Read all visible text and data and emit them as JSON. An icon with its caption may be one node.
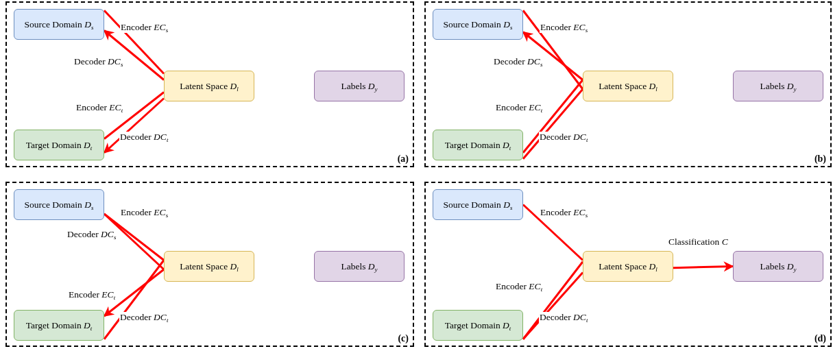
{
  "diagram": {
    "nodes": [
      {
        "text": [
          "(a)"
        ]
      },
      {
        "text": [
          "Source Domain *D*$_{s}$"
        ],
        "in": 0
      },
      {
        "text": [
          "Latent Space *D*$_{l}$"
        ],
        "in": 0
      },
      {
        "text": [
          "Target Domain *D*$_{t}$"
        ],
        "in": 0
      },
      {
        "text": [
          "Labels *D*$_{y}$"
        ],
        "in": 0
      },
      {
        "text": [
          "(b)"
        ]
      },
      {
        "text": [
          "Source Domain *D*$_{s}$"
        ],
        "in": 5
      },
      {
        "text": [
          "Latent Space *D*$_{l}$"
        ],
        "in": 5
      },
      {
        "text": [
          "Target Domain *D*$_{t}$"
        ],
        "in": 5
      },
      {
        "text": [
          "Labels *D*$_{y}$"
        ],
        "in": 5
      },
      {
        "text": [
          "(c)"
        ]
      },
      {
        "text": [
          "Source Domain *D*$_{s}$"
        ],
        "in": 10
      },
      {
        "text": [
          "Latent Space *D*$_{l}$"
        ],
        "in": 10
      },
      {
        "text": [
          "Target Domain *D*$_{t}$"
        ],
        "in": 10
      },
      {
        "text": [
          "Labels *D*$_{y}$"
        ],
        "in": 10
      },
      {
        "text": [
          "(d)"
        ]
      },
      {
        "text": [
          "Source Domain *D*$_{s}$"
        ],
        "in": 15
      },
      {
        "text": [
          "Latent Space *D*$_{l}$"
        ],
        "in": 15
      },
      {
        "text": [
          "Target Domain *D*$_{t}$"
        ],
        "in": 15
      },
      {
        "text": [
          "Labels *D*$_{y}$"
        ],
        "in": 15
      }
    ],
    "edges": [
      {
        "from": 1,
        "to": 2,
        "arrow": "none",
        "label": "Encoder *EC*$_{s}$"
      },
      {
        "from": 2,
        "to": 1,
        "arrow": "to",
        "label": "Decoder *DC*$_{s}$"
      },
      {
        "from": 3,
        "to": 2,
        "arrow": "none",
        "label": "Encoder *EC*$_{t}$"
      },
      {
        "from": 2,
        "to": 3,
        "arrow": "to",
        "label": "Decoder *DC*$_{t}$"
      },
      {
        "from": 6,
        "to": 7,
        "arrow": "none",
        "label": "Encoder *EC*$_{s}$"
      },
      {
        "from": 7,
        "to": 6,
        "arrow": "to",
        "label": "Decoder *DC*$_{s}$"
      },
      {
        "from": 8,
        "to": 7,
        "arrow": "none",
        "label": "Encoder *EC*$_{t}$"
      },
      {
        "from": 7,
        "to": 8,
        "arrow": "none",
        "label": "Decoder *DC*$_{t}$"
      },
      {
        "from": 11,
        "to": 12,
        "arrow": "none",
        "label": "Encoder *EC*$_{s}$"
      },
      {
        "from": 12,
        "to": 11,
        "arrow": "none",
        "label": "Decoder *DC*$_{s}$"
      },
      {
        "from": 12,
        "to": 13,
        "arrow": "to",
        "label": "Encoder *EC*$_{t}$"
      },
      {
        "from": 12,
        "to": 13,
        "arrow": "none",
        "label": "Decoder *DC*$_{t}$"
      },
      {
        "from": 16,
        "to": 17,
        "arrow": "none",
        "label": "Encoder *EC*$_{s}$"
      },
      {
        "from": 18,
        "to": 17,
        "arrow": "none",
        "label": "Encoder *EC*$_{t}$"
      },
      {
        "from": 17,
        "to": 18,
        "arrow": "none",
        "label": "Decoder *DC*$_{t}$"
      },
      {
        "from": 17,
        "to": 19,
        "arrow": "to",
        "label": "Classification *C*"
      }
    ]
  }
}
